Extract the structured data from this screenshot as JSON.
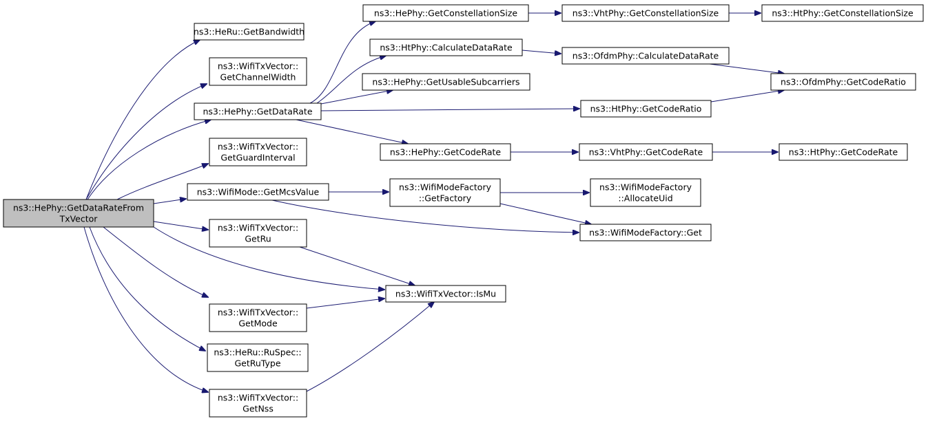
{
  "root": "ns3::HePhy::GetDataRateFromTxVector",
  "nodes": {
    "root": {
      "lines": [
        "ns3::HePhy::GetDataRateFrom",
        "TxVector"
      ]
    },
    "heru_getbandwidth": {
      "lines": [
        "ns3::HeRu::GetBandwidth"
      ]
    },
    "wtxv_getchannelwidth": {
      "lines": [
        "ns3::WifiTxVector::",
        "GetChannelWidth"
      ]
    },
    "hephy_getdatarate": {
      "lines": [
        "ns3::HePhy::GetDataRate"
      ]
    },
    "wtxv_getguardinterval": {
      "lines": [
        "ns3::WifiTxVector::",
        "GetGuardInterval"
      ]
    },
    "wifimode_getmcsvalue": {
      "lines": [
        "ns3::WifiMode::GetMcsValue"
      ]
    },
    "wtxv_getru": {
      "lines": [
        "ns3::WifiTxVector::",
        "GetRu"
      ]
    },
    "wtxv_getmode": {
      "lines": [
        "ns3::WifiTxVector::",
        "GetMode"
      ]
    },
    "heru_getrutype": {
      "lines": [
        "ns3::HeRu::RuSpec::",
        "GetRuType"
      ]
    },
    "wtxv_getnss": {
      "lines": [
        "ns3::WifiTxVector::",
        "GetNss"
      ]
    },
    "hephy_getconstellationsize": {
      "lines": [
        "ns3::HePhy::GetConstellationSize"
      ]
    },
    "htphy_calculatedatarate": {
      "lines": [
        "ns3::HtPhy::CalculateDataRate"
      ]
    },
    "hephy_getusablesubcarriers": {
      "lines": [
        "ns3::HePhy::GetUsableSubcarriers"
      ]
    },
    "hephy_getcoderate": {
      "lines": [
        "ns3::HePhy::GetCodeRate"
      ]
    },
    "wmf_getfactory": {
      "lines": [
        "ns3::WifiModeFactory",
        "::GetFactory"
      ]
    },
    "wtxv_ismu": {
      "lines": [
        "ns3::WifiTxVector::IsMu"
      ]
    },
    "vhtphy_getconstellationsize": {
      "lines": [
        "ns3::VhtPhy::GetConstellationSize"
      ]
    },
    "ofdmphy_calculatedatarate": {
      "lines": [
        "ns3::OfdmPhy::CalculateDataRate"
      ]
    },
    "htphy_getcoderatio": {
      "lines": [
        "ns3::HtPhy::GetCodeRatio"
      ]
    },
    "vhtphy_getcoderate": {
      "lines": [
        "ns3::VhtPhy::GetCodeRate"
      ]
    },
    "wmf_allocateuid": {
      "lines": [
        "ns3::WifiModeFactory",
        "::AllocateUid"
      ]
    },
    "wmf_get": {
      "lines": [
        "ns3::WifiModeFactory::Get"
      ]
    },
    "htphy_getconstellationsize": {
      "lines": [
        "ns3::HtPhy::GetConstellationSize"
      ]
    },
    "ofdmphy_getcoderatio": {
      "lines": [
        "ns3::OfdmPhy::GetCodeRatio"
      ]
    },
    "htphy_getcoderate": {
      "lines": [
        "ns3::HtPhy::GetCodeRate"
      ]
    }
  },
  "edges": [
    [
      "root",
      "heru_getbandwidth"
    ],
    [
      "root",
      "wtxv_getchannelwidth"
    ],
    [
      "root",
      "hephy_getdatarate"
    ],
    [
      "root",
      "wtxv_getguardinterval"
    ],
    [
      "root",
      "wifimode_getmcsvalue"
    ],
    [
      "root",
      "wtxv_getru"
    ],
    [
      "root",
      "wtxv_ismu"
    ],
    [
      "root",
      "wtxv_getmode"
    ],
    [
      "root",
      "heru_getrutype"
    ],
    [
      "root",
      "wtxv_getnss"
    ],
    [
      "hephy_getdatarate",
      "hephy_getconstellationsize"
    ],
    [
      "hephy_getdatarate",
      "htphy_calculatedatarate"
    ],
    [
      "hephy_getdatarate",
      "hephy_getusablesubcarriers"
    ],
    [
      "hephy_getdatarate",
      "htphy_getcoderatio"
    ],
    [
      "hephy_getdatarate",
      "hephy_getcoderate"
    ],
    [
      "hephy_getconstellationsize",
      "vhtphy_getconstellationsize"
    ],
    [
      "vhtphy_getconstellationsize",
      "htphy_getconstellationsize"
    ],
    [
      "htphy_calculatedatarate",
      "ofdmphy_calculatedatarate"
    ],
    [
      "ofdmphy_calculatedatarate",
      "ofdmphy_getcoderatio"
    ],
    [
      "htphy_getcoderatio",
      "ofdmphy_getcoderatio"
    ],
    [
      "hephy_getcoderate",
      "vhtphy_getcoderate"
    ],
    [
      "vhtphy_getcoderate",
      "htphy_getcoderate"
    ],
    [
      "wifimode_getmcsvalue",
      "wmf_getfactory"
    ],
    [
      "wifimode_getmcsvalue",
      "wmf_get"
    ],
    [
      "wmf_getfactory",
      "wmf_allocateuid"
    ],
    [
      "wmf_getfactory",
      "wmf_get"
    ],
    [
      "wtxv_getru",
      "wtxv_ismu"
    ],
    [
      "wtxv_getmode",
      "wtxv_ismu"
    ],
    [
      "wtxv_getnss",
      "wtxv_ismu"
    ]
  ],
  "colors": {
    "edge": "#191970",
    "root_fill": "#bfbfbf",
    "node_fill": "#ffffff",
    "node_border": "#000000"
  }
}
